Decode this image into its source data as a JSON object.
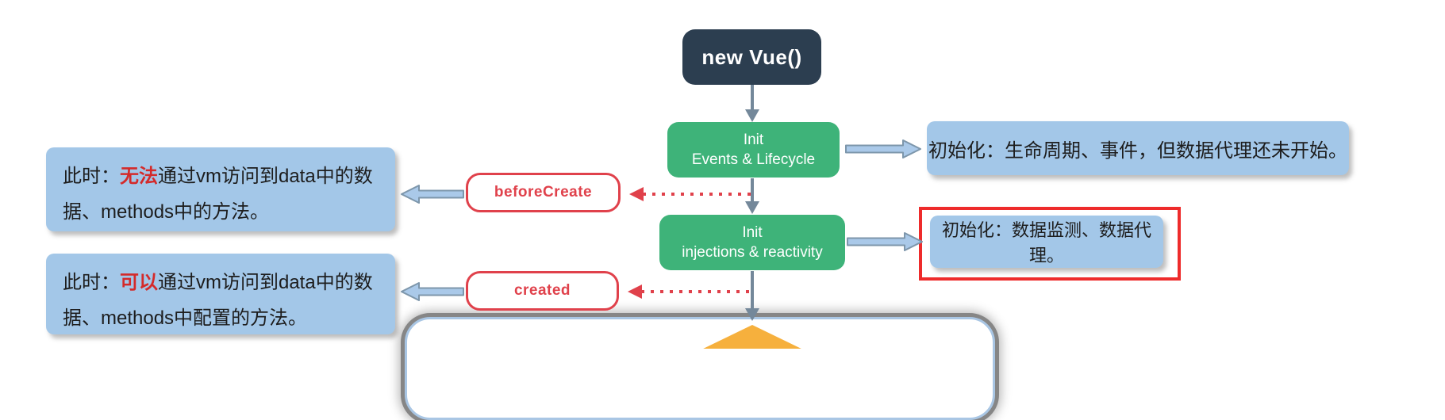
{
  "root_node": {
    "label": "new Vue()"
  },
  "green_steps": [
    {
      "line1": "Init",
      "line2": "Events & Lifecycle"
    },
    {
      "line1": "Init",
      "line2": "injections & reactivity"
    }
  ],
  "hooks": [
    {
      "label": "beforeCreate"
    },
    {
      "label": "created"
    }
  ],
  "left_notes": [
    {
      "prefix": "此时：",
      "highlight": "无法",
      "rest": "通过vm访问到data中的数据、methods中的方法。"
    },
    {
      "prefix": "此时：",
      "highlight": "可以",
      "rest": "通过vm访问到data中的数据、methods中配置的方法。"
    }
  ],
  "right_notes": [
    {
      "text": "初始化：生命周期、事件，但数据代理还未开始。",
      "highlighted": false
    },
    {
      "text": "初始化：数据监测、数据代理。",
      "highlighted": true
    }
  ],
  "colors": {
    "navy": "#2c3e50",
    "green": "#3eb379",
    "note_blue": "#a3c7e8",
    "hook_red": "#e0414b",
    "highlight_frame_red": "#ee2b2b",
    "arrow_blue": "#aac9e9",
    "arrow_outline": "#7d96ab",
    "spine_gray": "#74889a",
    "diamond_orange": "#f6b03d",
    "inline_highlight_red": "#d42a2a"
  }
}
